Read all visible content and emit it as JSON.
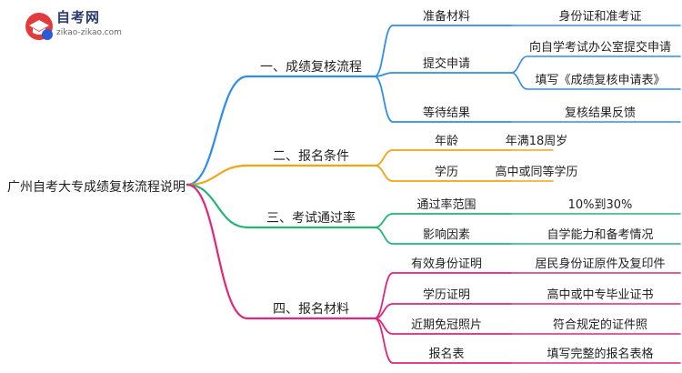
{
  "logo": {
    "name": "自考网",
    "url": "zikao-zikao.com"
  },
  "root": {
    "label": "广州自考大专成绩复核流程说明"
  },
  "branches": [
    {
      "label": "一、成绩复核流程",
      "color": "#2f8fe8",
      "children": [
        {
          "label": "准备材料",
          "leaves": [
            "身份证和准考证"
          ]
        },
        {
          "label": "提交申请",
          "leaves": [
            "向自学考试办公室提交申请",
            "填写《成绩复核申请表》"
          ]
        },
        {
          "label": "等待结果",
          "leaves": [
            "复核结果反馈"
          ]
        }
      ]
    },
    {
      "label": "二、报名条件",
      "color": "#f4a312",
      "children": [
        {
          "label": "年龄",
          "leaves": [
            "年满18周岁"
          ]
        },
        {
          "label": "学历",
          "leaves": [
            "高中或同等学历"
          ]
        }
      ]
    },
    {
      "label": "三、考试通过率",
      "color": "#22b573",
      "children": [
        {
          "label": "通过率范围",
          "leaves": [
            "10%到30%"
          ]
        },
        {
          "label": "影响因素",
          "leaves": [
            "自学能力和备考情况"
          ]
        }
      ]
    },
    {
      "label": "四、报名材料",
      "color": "#e0257a",
      "children": [
        {
          "label": "有效身份证明",
          "leaves": [
            "居民身份证原件及复印件"
          ]
        },
        {
          "label": "学历证明",
          "leaves": [
            "高中或中专毕业证书"
          ]
        },
        {
          "label": "近期免冠照片",
          "leaves": [
            "符合规定的证件照"
          ]
        },
        {
          "label": "报名表",
          "leaves": [
            "填写完整的报名表格"
          ]
        }
      ]
    }
  ]
}
